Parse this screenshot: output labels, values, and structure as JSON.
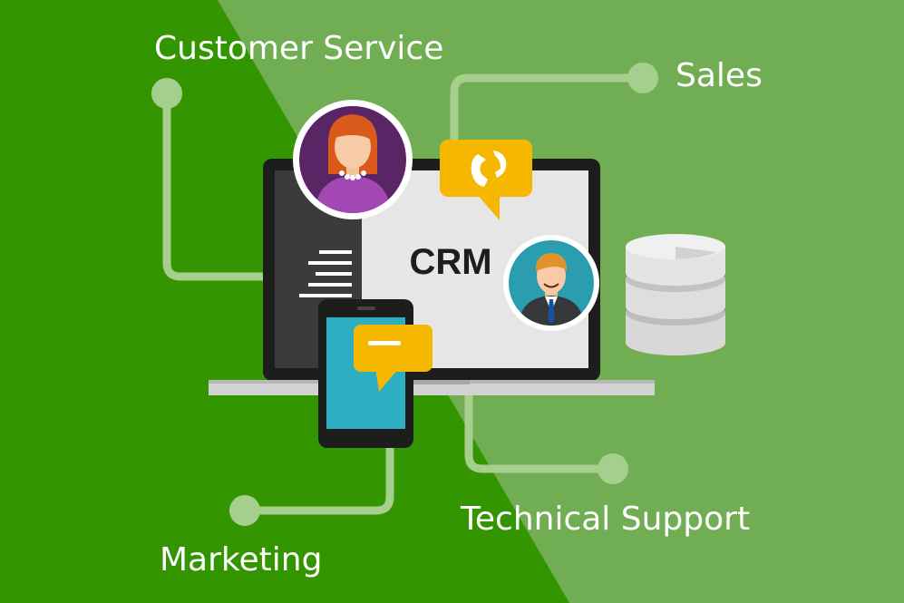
{
  "labels": {
    "customer_service": "Customer Service",
    "sales": "Sales",
    "technical_support": "Technical Support",
    "marketing": "Marketing"
  },
  "screen": {
    "title": "CRM"
  },
  "colors": {
    "background_dark": "#339600",
    "background_light": "#71ad52",
    "connector": "#a6cf8d",
    "laptop_frame": "#1d1d1b",
    "speech_bubble": "#f5b700",
    "phone_screen": "#2eaec2"
  },
  "icons": [
    "woman-avatar-icon",
    "man-avatar-icon",
    "phone-call-bubble-icon",
    "chat-bubble-icon",
    "database-icon",
    "smartphone-icon",
    "laptop-icon",
    "menu-lines-icon"
  ]
}
